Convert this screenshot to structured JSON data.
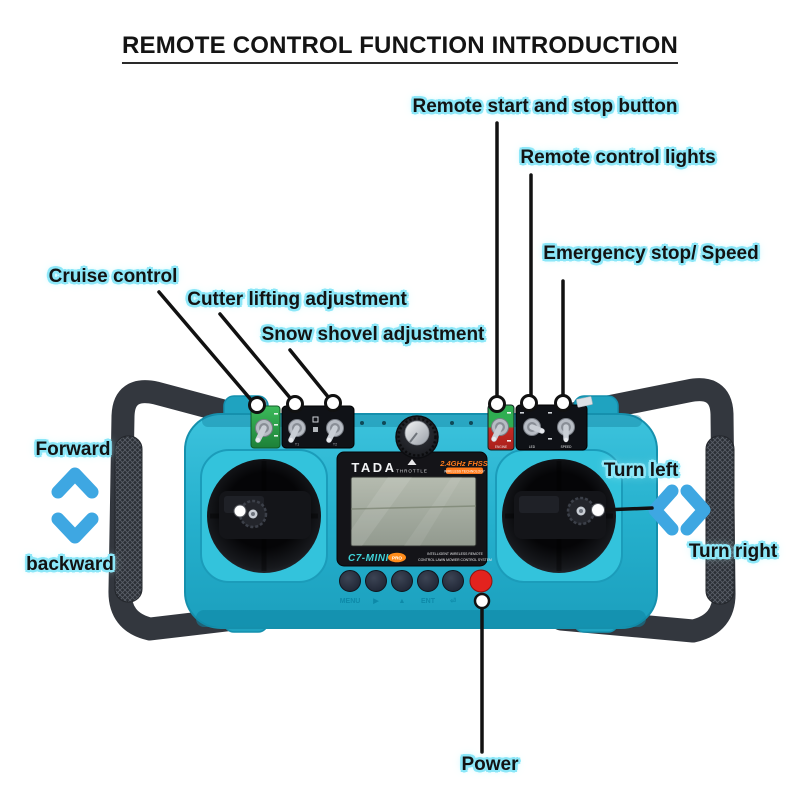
{
  "title": "REMOTE CONTROL FUNCTION INTRODUCTION",
  "labels": {
    "remote_start": "Remote start and stop button",
    "remote_lights": "Remote control lights",
    "emergency": "Emergency stop/ Speed",
    "cruise": "Cruise control",
    "cutter": "Cutter lifting adjustment",
    "snow_shovel": "Snow shovel adjustment",
    "forward": "Forward",
    "backward": "backward",
    "turn_left": "Turn left",
    "turn_right": "Turn right",
    "power": "Power"
  },
  "device": {
    "brand": "TADA",
    "throttle": "THROTTLE",
    "freq": "2.4GHz FHSS",
    "freq_sub": "WIRELESS TECHNOLOGY",
    "model": "C7-MINI",
    "model_badge": "PRO",
    "tagline1": "INTELLIGENT WIRELESS REMOTE",
    "tagline2": "CONTROL LAWN MOWER CONTROL SYSTEM",
    "switches": {
      "t1": "T1",
      "t2": "T2",
      "engine": "ENGINE",
      "led": "LED",
      "speed": "SPEED"
    },
    "buttons": [
      "MENU",
      "▶",
      "▲",
      "ENT",
      "⏎"
    ]
  },
  "colors": {
    "body_teal": "#29b7d3",
    "halo_cyan": "#8ce7f8",
    "arrow_blue": "#3ea7e2",
    "power_red": "#e3231e",
    "badge_orange": "#ff8c1a",
    "freq_orange": "#ff7a1a",
    "handle_gray": "#33373e",
    "lcd_green_gray": "#a7aea1"
  }
}
